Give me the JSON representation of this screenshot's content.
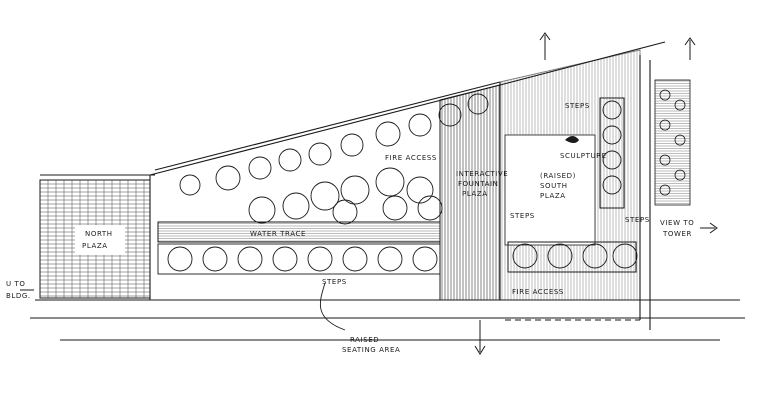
{
  "drawing": {
    "ink_color": "#1a1a1a",
    "paper_color": "#ffffff"
  },
  "labels": {
    "north_plaza_line1": "NORTH",
    "north_plaza_line2": "PLAZA",
    "water_trace": "WATER TRACE",
    "fire_access_top": "FIRE ACCESS",
    "interactive_fountain_l1": "INTERACTIVE",
    "interactive_fountain_l2": "FOUNTAIN",
    "interactive_fountain_l3": "PLAZA",
    "raised_south_plaza_l1": "(RAISED)",
    "raised_south_plaza_l2": "SOUTH",
    "raised_south_plaza_l3": "PLAZA",
    "sculpture": "SCULPTURE",
    "steps_upper": "STEPS",
    "steps_mid": "STEPS",
    "steps_east": "STEPS",
    "steps_lower": "STEPS",
    "view_to_tower_l1": "VIEW TO",
    "view_to_tower_l2": "TOWER",
    "fire_access_bottom": "FIRE ACCESS",
    "raised_seating_l1": "RAISED",
    "raised_seating_l2": "SEATING AREA",
    "left_edge_l1": "U TO",
    "left_edge_l2": "BLDG."
  },
  "icons": [
    "tree-canopy-icon",
    "north-arrow-icon",
    "section-arrow-icon"
  ]
}
